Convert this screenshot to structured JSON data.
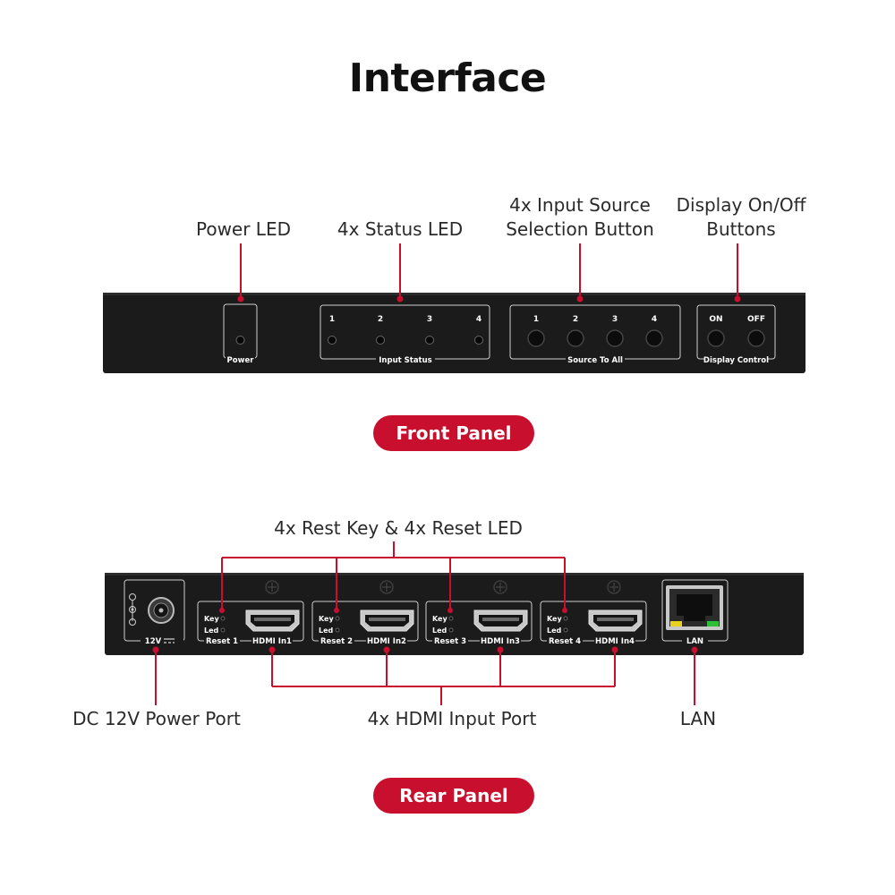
{
  "title": "Interface",
  "colors": {
    "accent": "#c8102e",
    "device": "#1b1b1b"
  },
  "front": {
    "badge": "Front Panel",
    "callouts": {
      "power_led": "Power LED",
      "status_led": "4x Status LED",
      "source_button_1": "4x Input Source",
      "source_button_2": "Selection Button",
      "display_buttons_1": "Display On/Off",
      "display_buttons_2": "Buttons"
    },
    "panel": {
      "power": "Power",
      "input_status": "Input Status",
      "source_to_all": "Source To All",
      "display_control": "Display Control",
      "status_numbers": [
        "1",
        "2",
        "3",
        "4"
      ],
      "source_numbers": [
        "1",
        "2",
        "3",
        "4"
      ],
      "on": "ON",
      "off": "OFF"
    }
  },
  "rear": {
    "badge": "Rear Panel",
    "callouts": {
      "reset": "4x Rest Key & 4x Reset LED",
      "dc_power": "DC 12V Power Port",
      "hdmi_input": "4x HDMI Input Port",
      "lan": "LAN"
    },
    "panel": {
      "power_label": "12V",
      "key": "Key",
      "led": "Led",
      "resets": [
        "Reset 1",
        "Reset 2",
        "Reset 3",
        "Reset 4"
      ],
      "hdmi_inputs": [
        "HDMI In1",
        "HDMI In2",
        "HDMI In3",
        "HDMI In4"
      ],
      "lan": "LAN"
    }
  }
}
